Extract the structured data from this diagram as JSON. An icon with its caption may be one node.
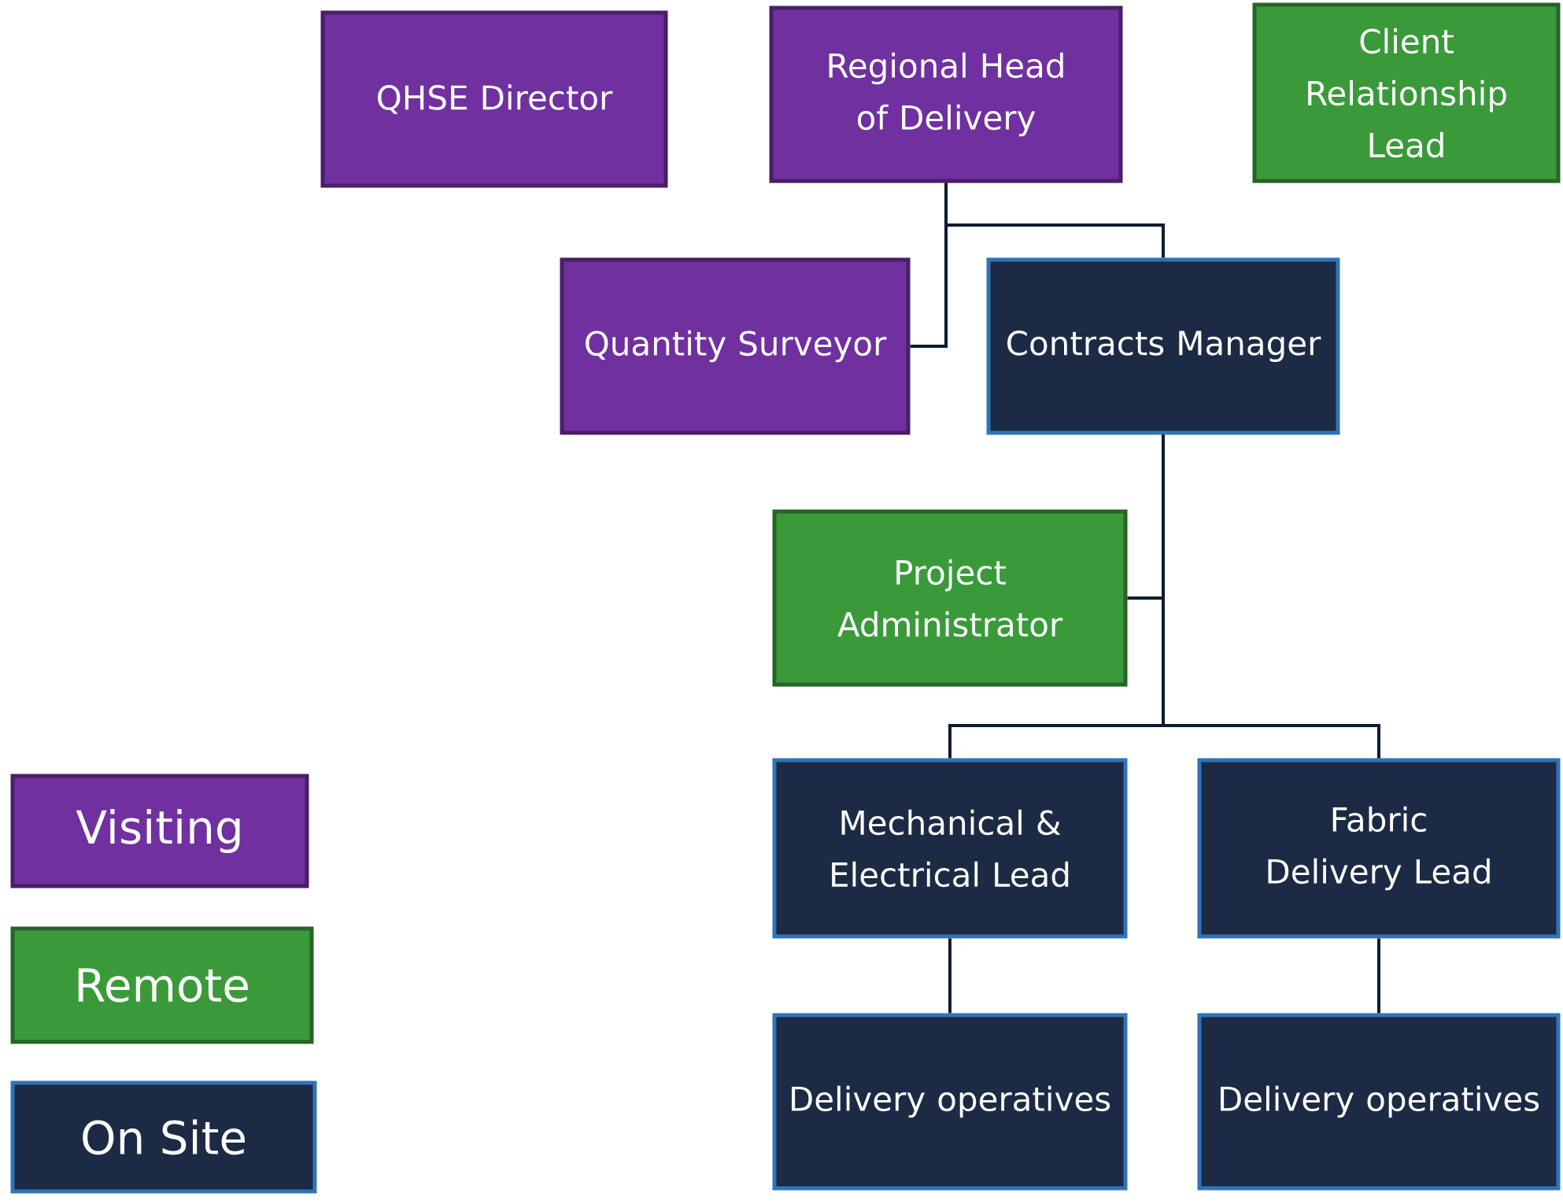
{
  "diagram": {
    "nodes": [
      {
        "text": [
          "QHSE Director"
        ]
      },
      {
        "text": [
          "Regional Head of Delivery"
        ]
      },
      {
        "text": [
          "Client Relationship Lead"
        ]
      },
      {
        "text": [
          "Quantity Surveyor"
        ]
      },
      {
        "text": [
          "Contracts Manager"
        ]
      },
      {
        "text": [
          "Project Administrator"
        ]
      },
      {
        "text": [
          "Mechanical & Electrical Lead"
        ]
      },
      {
        "text": [
          "Fabric Delivery Lead"
        ]
      },
      {
        "text": [
          "Delivery operatives"
        ]
      },
      {
        "text": [
          "Delivery operatives"
        ]
      }
    ],
    "edges": [
      {
        "from": 1,
        "to": 3,
        "arrow": "none"
      },
      {
        "from": 1,
        "to": 4,
        "arrow": "none"
      },
      {
        "from": 4,
        "to": 5,
        "arrow": "none"
      },
      {
        "from": 4,
        "to": 6,
        "arrow": "none"
      },
      {
        "from": 4,
        "to": 7,
        "arrow": "none"
      },
      {
        "from": 6,
        "to": 8,
        "arrow": "none"
      },
      {
        "from": 7,
        "to": 9,
        "arrow": "none"
      }
    ],
    "legend": [
      {
        "text": "Visiting",
        "color": "#7030a0"
      },
      {
        "text": "Remote",
        "color": "#3a9a3a"
      },
      {
        "text": "On Site",
        "color": "#1c2a45"
      }
    ]
  }
}
